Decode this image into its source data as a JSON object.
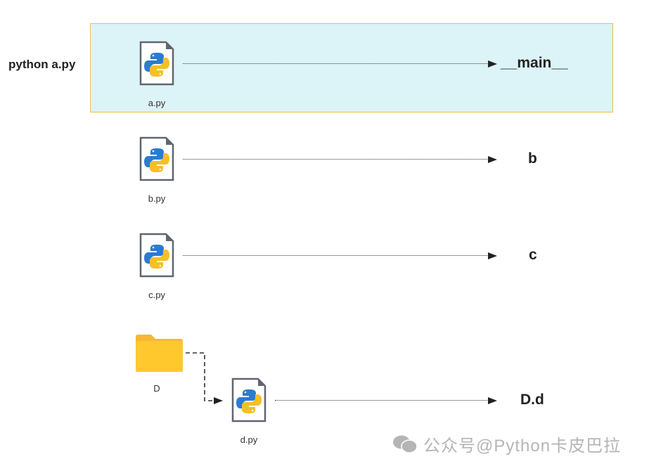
{
  "command": {
    "label": "python a.py"
  },
  "colors": {
    "highlight_fill": "#dcf3f7",
    "highlight_border": "#e8c34a",
    "python_blue": "#2b7bd3",
    "python_yellow": "#f5c026",
    "folder_yellow": "#ffc82c",
    "folder_tab": "#f7b733",
    "file_outline": "#5f6670",
    "arrow": "#222222"
  },
  "rows": [
    {
      "file": "a.py",
      "icon": "python-file-icon",
      "module": "__main__",
      "highlighted": true
    },
    {
      "file": "b.py",
      "icon": "python-file-icon",
      "module": "b"
    },
    {
      "file": "c.py",
      "icon": "python-file-icon",
      "module": "c"
    },
    {
      "folder": "D",
      "folder_icon": "folder-icon",
      "file": "d.py",
      "icon": "python-file-icon",
      "module": "D.d"
    }
  ],
  "watermark": {
    "icon": "wechat-icon",
    "text": "公众号@Python卡皮巴拉"
  }
}
